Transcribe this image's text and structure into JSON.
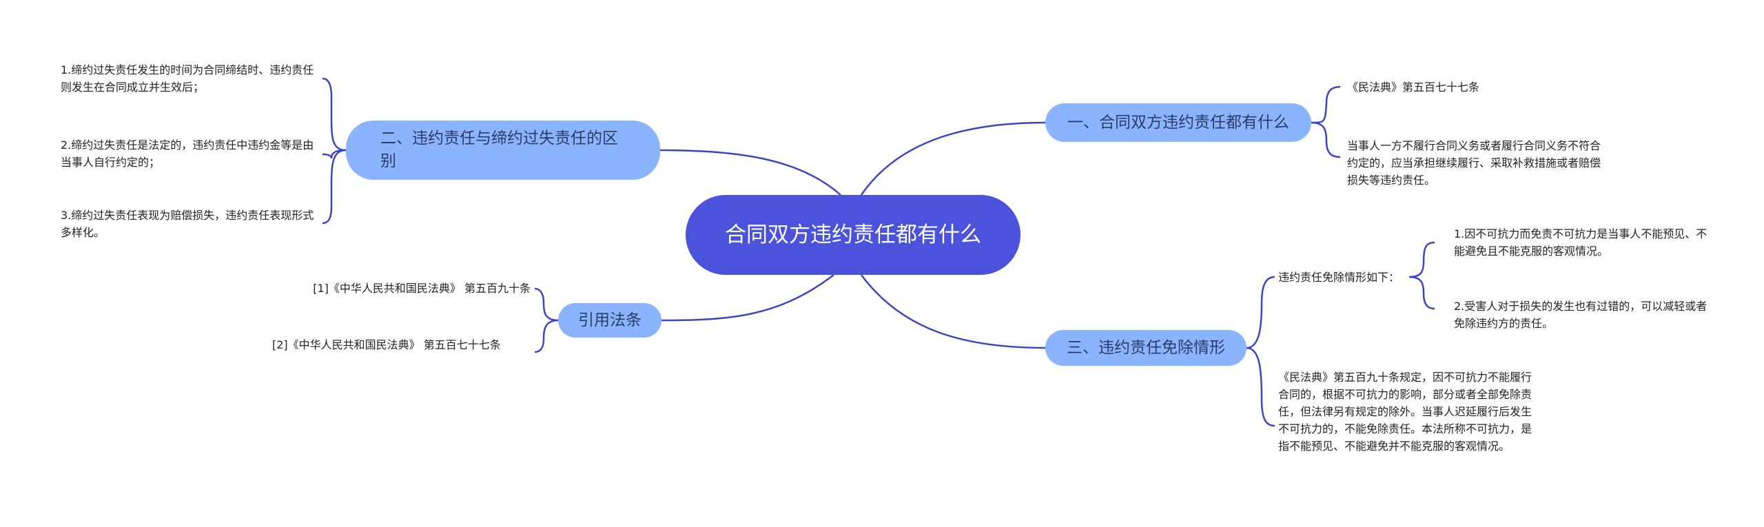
{
  "root": {
    "label": "合同双方违约责任都有什么"
  },
  "topics": {
    "t1": {
      "label": "一、合同双方违约责任都有什么",
      "children": [
        "《民法典》第五百七十七条",
        "当事人一方不履行合同义务或者履行合同义务不符合约定的，应当承担继续履行、采取补救措施或者赔偿损失等违约责任。"
      ]
    },
    "t2": {
      "label": "二、违约责任与缔约过失责任的区别",
      "children": [
        "1.缔约过失责任发生的时间为合同缔结时、违约责任则发生在合同成立并生效后；",
        "2.缔约过失责任是法定的，违约责任中违约金等是由当事人自行约定的；",
        "3.缔约过失责任表现为赔偿损失，违约责任表现形式多样化。"
      ]
    },
    "t3": {
      "label": "引用法条",
      "children": [
        "[1]《中华人民共和国民法典》 第五百九十条",
        "[2]《中华人民共和国民法典》 第五百七十七条"
      ]
    },
    "t4": {
      "label": "三、违约责任免除情形",
      "sub_label": "违约责任免除情形如下：",
      "sub_children": [
        "1.因不可抗力而免责不可抗力是当事人不能预见、不能避免且不能克服的客观情况。",
        "2.受害人对于损失的发生也有过错的，可以减轻或者免除违约方的责任。"
      ],
      "note": "《民法典》第五百九十条规定，因不可抗力不能履行合同的，根据不可抗力的影响，部分或者全部免除责任，但法律另有规定的除外。当事人迟延履行后发生不可抗力的，不能免除责任。本法所称不可抗力，是指不能预见、不能避免并不能克服的客观情况。"
    }
  },
  "colors": {
    "root_fill": "#4b52dc",
    "topic_fill": "#8bb4ff",
    "line": "#3b45c4"
  }
}
